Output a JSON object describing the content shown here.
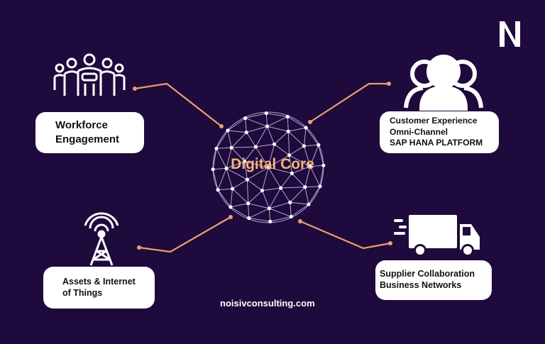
{
  "center": {
    "label": "Digital Core"
  },
  "workforce": {
    "line1": "Workforce",
    "line2": "Engagement",
    "icon": "people-group-icon"
  },
  "customer": {
    "line1": "Customer Experience",
    "line2": "Omni-Channel",
    "line3": "SAP HANA PLATFORM",
    "icon": "users-icon"
  },
  "assets": {
    "line1": "Assets & Internet",
    "line2": "of Things",
    "icon": "radio-tower-icon"
  },
  "supplier": {
    "line1": "Supplier Collaboration",
    "line2": "Business Networks",
    "icon": "delivery-truck-icon"
  },
  "footer": {
    "url": "noisivconsulting.com"
  },
  "brand": {
    "logo": "N",
    "icon": "brand-logo-icon"
  },
  "colors": {
    "background": "#1e0a3c",
    "accent": "#f5b27a",
    "connector": "#e8a070",
    "card": "#ffffff"
  }
}
